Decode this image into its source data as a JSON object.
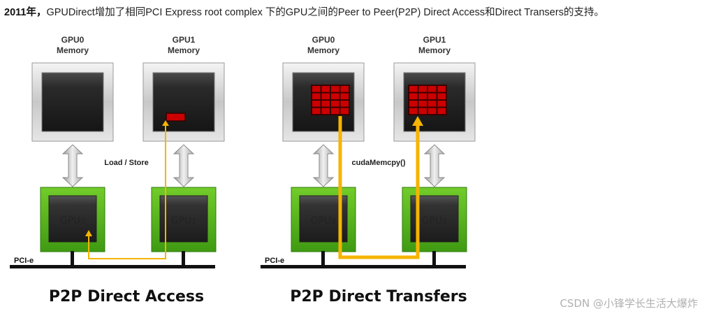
{
  "intro": {
    "year": "2011年，",
    "text": "GPUDirect增加了相同PCI Express root complex 下的GPU之间的Peer to Peer(P2P) Direct Access和Direct Transers的支持。"
  },
  "left_panel": {
    "mem0_label_line1": "GPU0",
    "mem0_label_line2": "Memory",
    "mem1_label_line1": "GPU1",
    "mem1_label_line2": "Memory",
    "gpu0_label_main": "GPU",
    "gpu0_label_sub": "0",
    "gpu1_label_main": "GPU",
    "gpu1_label_sub": "1",
    "bus_label": "PCI-e",
    "arrow_label": "Load / Store",
    "title": "P2P Direct Access"
  },
  "right_panel": {
    "mem0_label_line1": "GPU0",
    "mem0_label_line2": "Memory",
    "mem1_label_line1": "GPU1",
    "mem1_label_line2": "Memory",
    "gpu0_label_main": "GPU",
    "gpu0_label_sub": "0",
    "gpu1_label_main": "GPU",
    "gpu1_label_sub": "1",
    "bus_label": "PCI-e",
    "arrow_label": "cudaMemcpy()",
    "title": "P2P Direct Transfers"
  },
  "colors": {
    "gpu_green": "#5bb81f",
    "data_red": "#cc0000",
    "path_yellow": "#f5b400",
    "bus_black": "#111111"
  },
  "watermark": "CSDN @小锋学长生活大爆炸"
}
